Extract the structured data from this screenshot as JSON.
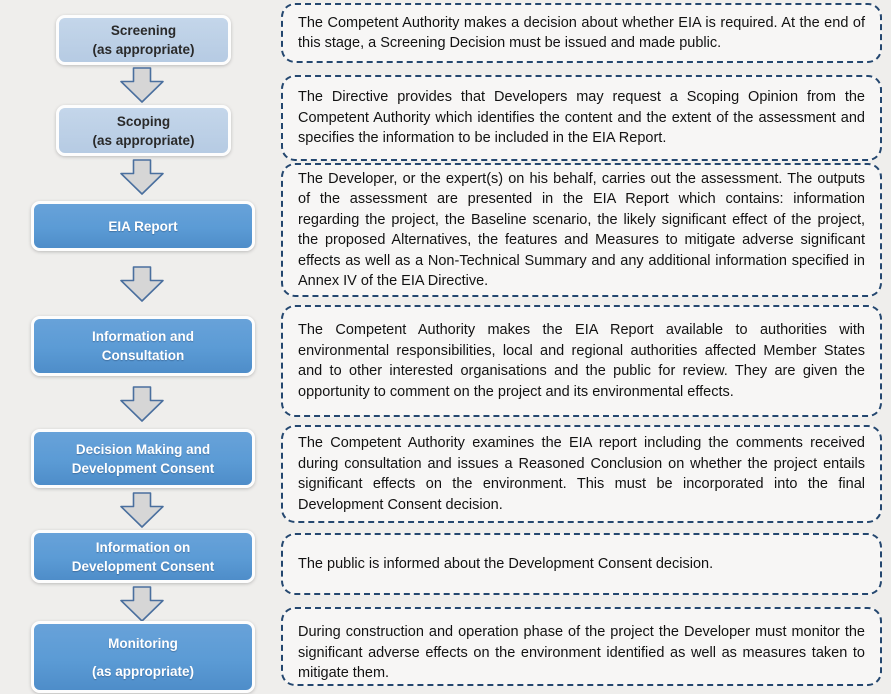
{
  "diagram_title": "EIA process flowchart",
  "colors": {
    "page_bg": "#efeeec",
    "light_box": "#b6cbe3",
    "blue_box": "#5b9bd5",
    "arrow_fill": "#d6d6d6",
    "arrow_stroke": "#4a6f9e",
    "dashed_border": "#24476f"
  },
  "flow": {
    "steps": [
      {
        "id": "screening",
        "line1": "Screening",
        "line2": "(as appropriate)",
        "style": "light"
      },
      {
        "id": "scoping",
        "line1": "Scoping",
        "line2": "(as appropriate)",
        "style": "light"
      },
      {
        "id": "eia-report",
        "line1": "EIA Report",
        "line2": "",
        "style": "blue"
      },
      {
        "id": "information-and-consultation",
        "line1": "Information and",
        "line2": "Consultation",
        "style": "blue"
      },
      {
        "id": "decision-making",
        "line1": "Decision Making and",
        "line2": "Development Consent",
        "style": "blue"
      },
      {
        "id": "information-on-development-consent",
        "line1": "Information on",
        "line2": "Development Consent",
        "style": "blue"
      },
      {
        "id": "monitoring",
        "line1": "Monitoring",
        "line2": "(as appropriate)",
        "style": "blue"
      }
    ]
  },
  "descriptions": [
    {
      "text": "The Competent Authority makes a decision about whether EIA is required. At the end of this stage, a Screening Decision must be issued and made public."
    },
    {
      "text": "The Directive provides that Developers may request a Scoping Opinion from the Competent Authority which identifies the content and the extent of the assessment and specifies the information to be included in the EIA Report."
    },
    {
      "text": "The Developer, or the expert(s) on his behalf, carries out the assessment. The outputs of the assessment are presented in the EIA Report which contains: information regarding the project, the Baseline scenario, the likely significant effect of the project, the proposed Alternatives, the features and Measures to mitigate adverse significant effects as well as a Non-Technical Summary and any additional information specified in Annex IV of the EIA Directive."
    },
    {
      "text": "The Competent Authority makes the EIA Report available to authorities with environmental responsibilities, local and regional authorities affected Member States and to other interested organisations and the public for review. They are given the opportunity to comment on the project and its environmental effects."
    },
    {
      "text": "The Competent Authority examines the EIA report including the comments received during consultation and issues a Reasoned Conclusion on whether the project entails significant effects on the environment. This must be incorporated into the final Development Consent decision."
    },
    {
      "text": "The public is informed about the Development Consent decision."
    },
    {
      "text": "During construction and operation phase of the project the Developer must monitor the significant adverse effects on the environment identified as well as measures taken to mitigate them."
    }
  ]
}
